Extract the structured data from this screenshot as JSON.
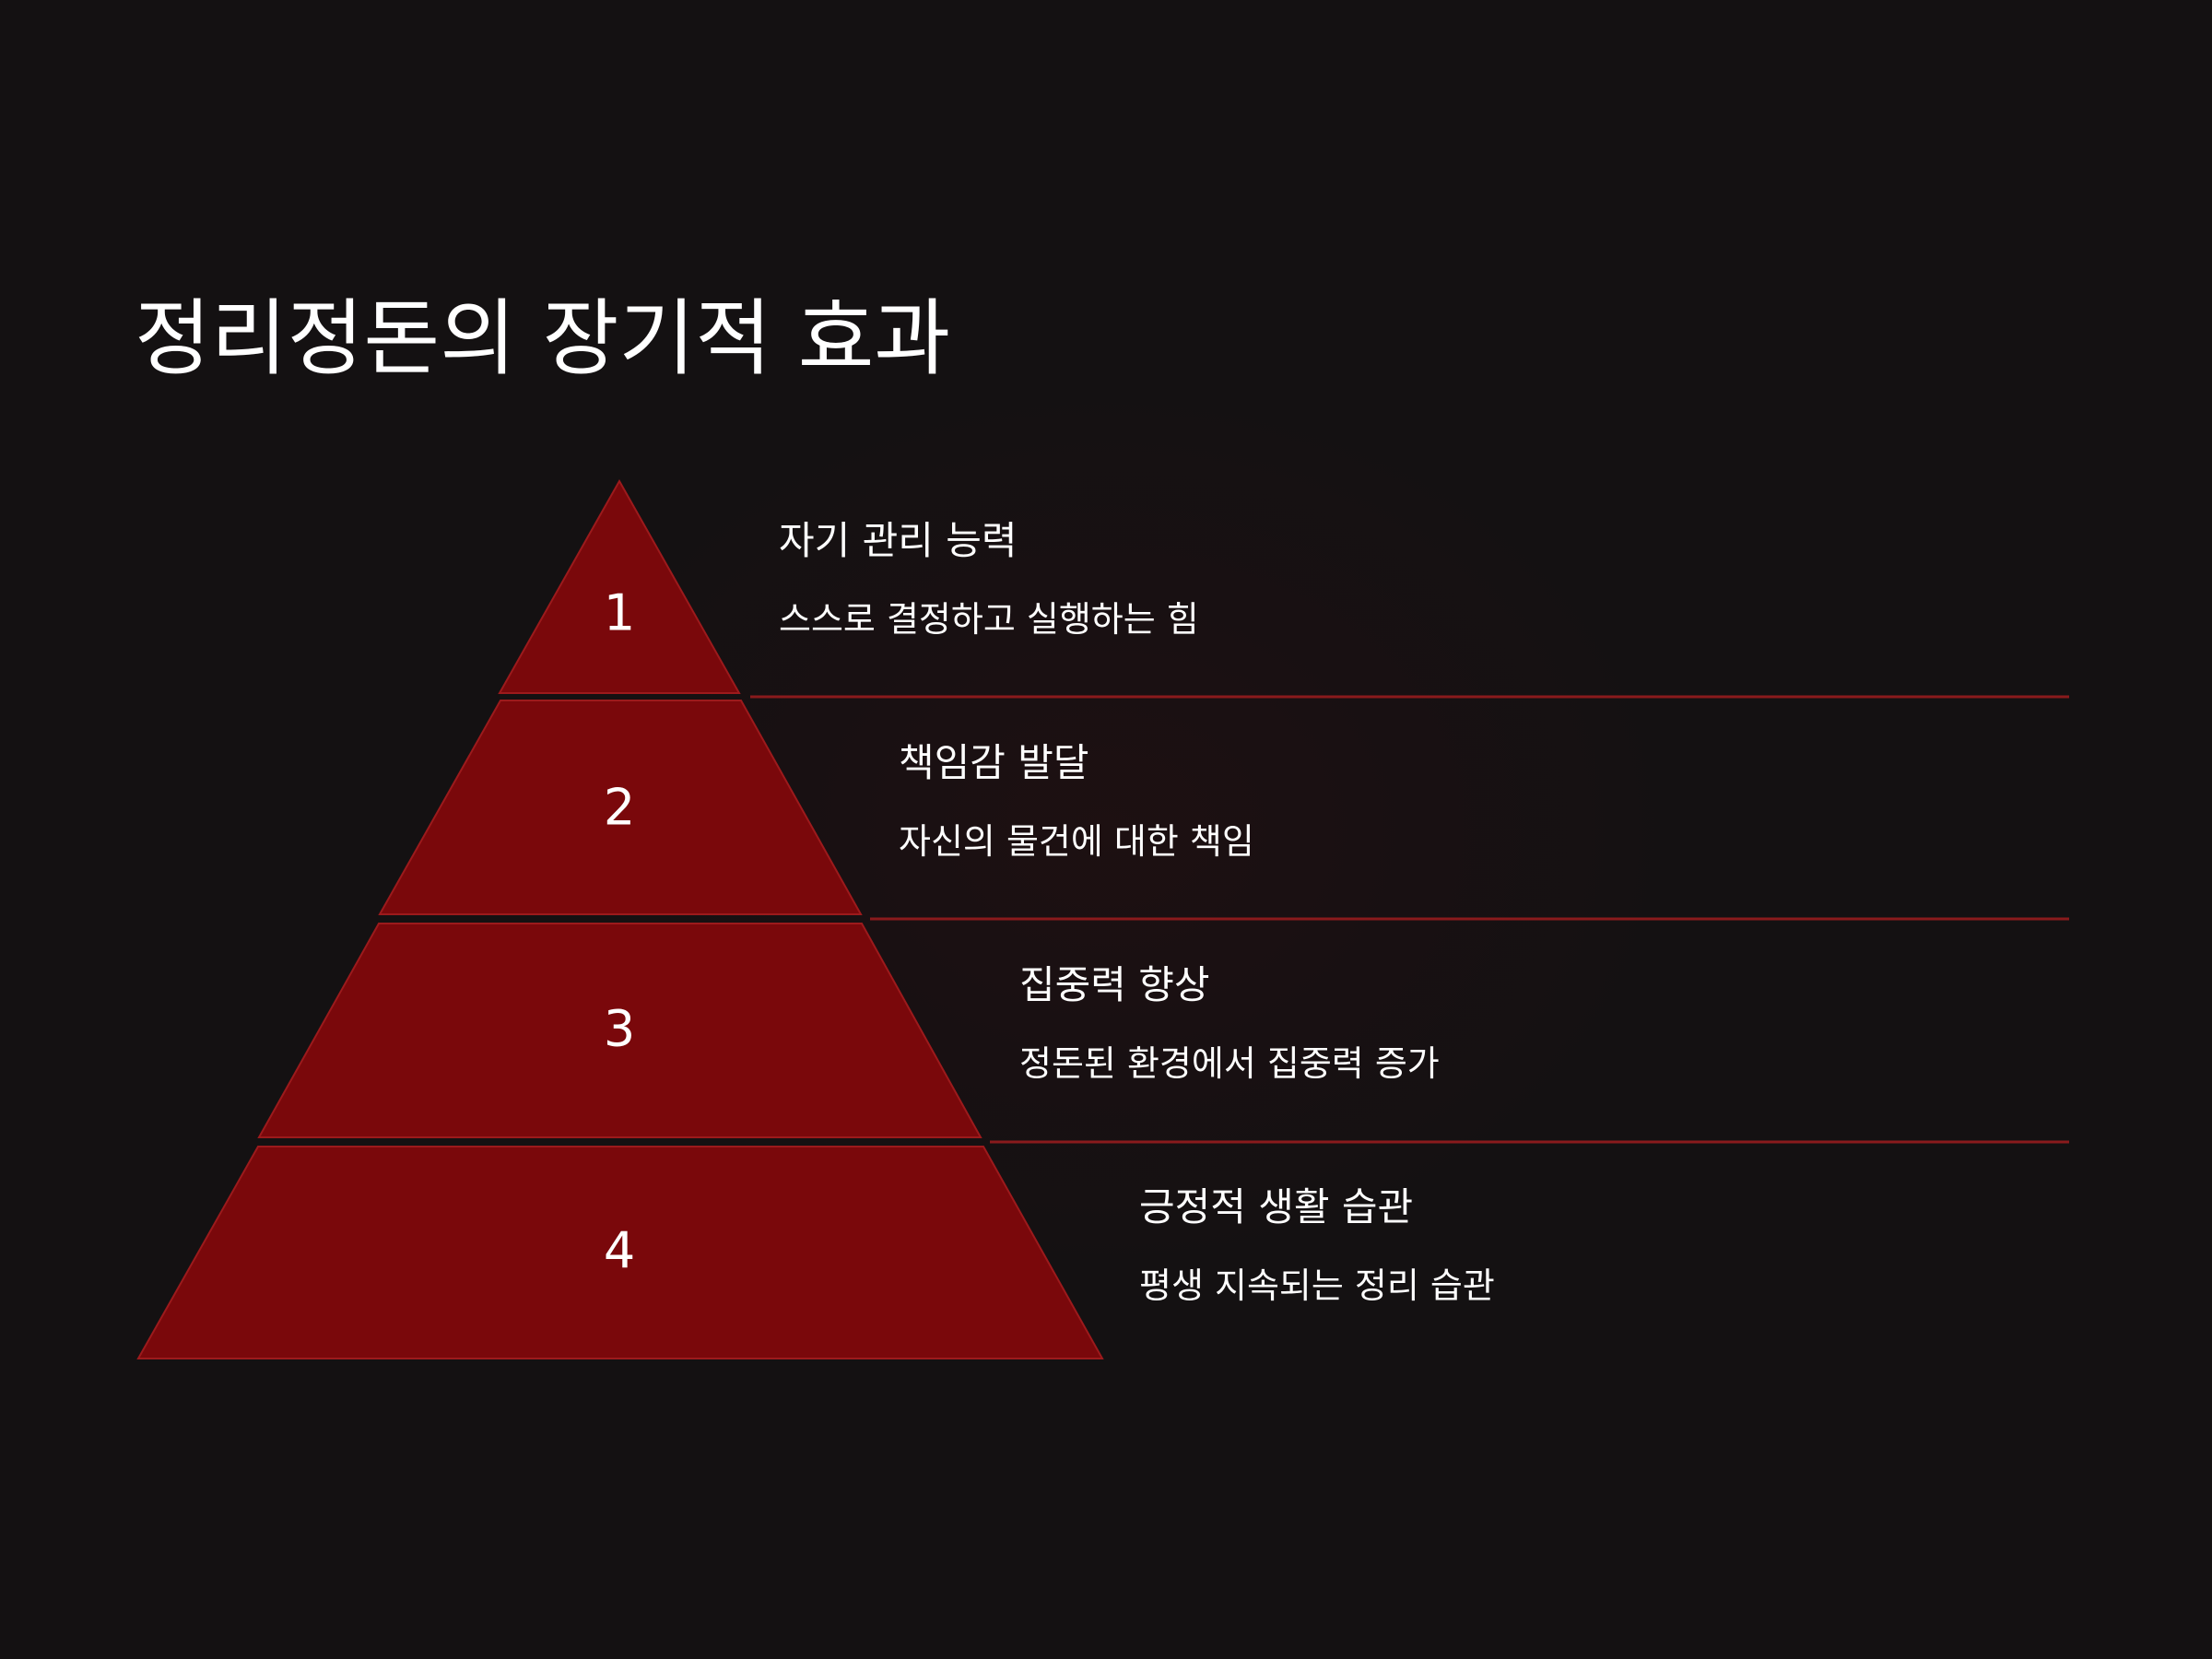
{
  "slide": {
    "title": "정리정돈의 장기적 효과",
    "colors": {
      "background": "#141112",
      "tier_fill": "#7a080b",
      "tier_stroke": "#9c1a1c",
      "divider": "#8a1a1c",
      "text": "#ffffff"
    }
  },
  "levels": [
    {
      "number": "1",
      "heading": "자기 관리 능력",
      "description": "스스로 결정하고 실행하는 힘"
    },
    {
      "number": "2",
      "heading": "책임감 발달",
      "description": "자신의 물건에 대한 책임"
    },
    {
      "number": "3",
      "heading": "집중력 향상",
      "description": "정돈된 환경에서 집중력 증가"
    },
    {
      "number": "4",
      "heading": "긍정적 생활 습관",
      "description": "평생 지속되는 정리 습관"
    }
  ]
}
